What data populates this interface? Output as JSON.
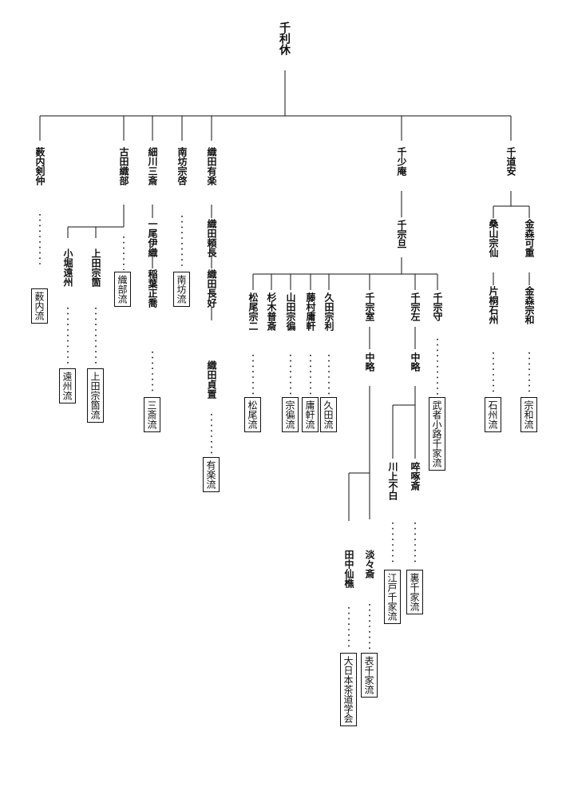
{
  "root": "千利休",
  "persons": {
    "yabunouchi": "薮内剣仲",
    "furuta": "古田織部",
    "hosokawa": "細川三斎",
    "nanbo": "南坊宗啓",
    "oda_uraku": "織田有楽",
    "sen_shoan": "千少庵",
    "sen_doan": "千道安",
    "kobori": "小堀遠州",
    "ueda": "上田宗箇",
    "ichio": "一尾伊織",
    "inaba": "稲葉正喬",
    "oda_yorinaga": "織田頼長",
    "oda_nagayoshi": "織田長好",
    "oda_sadaoki": "織田貞置",
    "sen_sotan": "千宗旦",
    "kuwayama": "桑山宗仙",
    "katagiri": "片桐石州",
    "kanamori_shigeyori": "金森可重",
    "kanamori_sowa": "金森宗和",
    "matsuo": "松尾宗二",
    "sugiki": "杉木普斎",
    "yamada": "山田宗徧",
    "fujimura": "藤村庸軒",
    "hisada": "久田宗利",
    "sen_soshitsu": "千宗室",
    "sen_sosa": "千宗左",
    "sen_soshu": "千宗守",
    "chuuryaku_1": "中略",
    "chuuryaku_2": "中略",
    "kawakami": "川上不白",
    "sottakusai": "啐啄斎",
    "tanaka": "田中仙樵",
    "tantansai": "淡々斎"
  },
  "schools": {
    "yabunouchi_ryu": "薮内流",
    "oribe_ryu": "織部流",
    "nanbo_ryu": "南坊流",
    "enshu_ryu": "遠州流",
    "ueda_soko_ryu": "上田宗箇流",
    "sansai_ryu": "三斎流",
    "uraku_ryu": "有楽流",
    "matsuo_ryu": "松尾流",
    "sohen_ryu": "宗徧流",
    "yoken_ryu": "庸軒流",
    "hisada_ryu": "久田流",
    "mushakoji_senke": "武者小路千家流",
    "sekishu_ryu": "石州流",
    "sowa_ryu": "宗和流",
    "edo_senke": "江戸千家流",
    "urasenke": "裏千家流",
    "omotesenke": "表千家流",
    "dainihon_chado_gakkai": "大日本茶道学会"
  }
}
